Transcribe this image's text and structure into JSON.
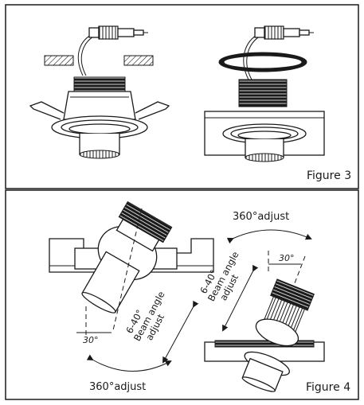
{
  "panel_top": {
    "figure_label": "Figure 3"
  },
  "panel_bottom": {
    "figure_label": "Figure 4",
    "left_lamp": {
      "rotation_label": "360°adjust",
      "beam_line1": "6-40°",
      "beam_line2": "Beam angle",
      "beam_line3": "adjust",
      "tilt_label": "30°"
    },
    "right_lamp": {
      "rotation_label": "360°adjust",
      "beam_line1": "6-40°",
      "beam_line2": "Beam angle",
      "beam_line3": "adjust",
      "tilt_label": "30°"
    }
  },
  "colors": {
    "ink": "#1a1a1a",
    "background": "#ffffff"
  }
}
